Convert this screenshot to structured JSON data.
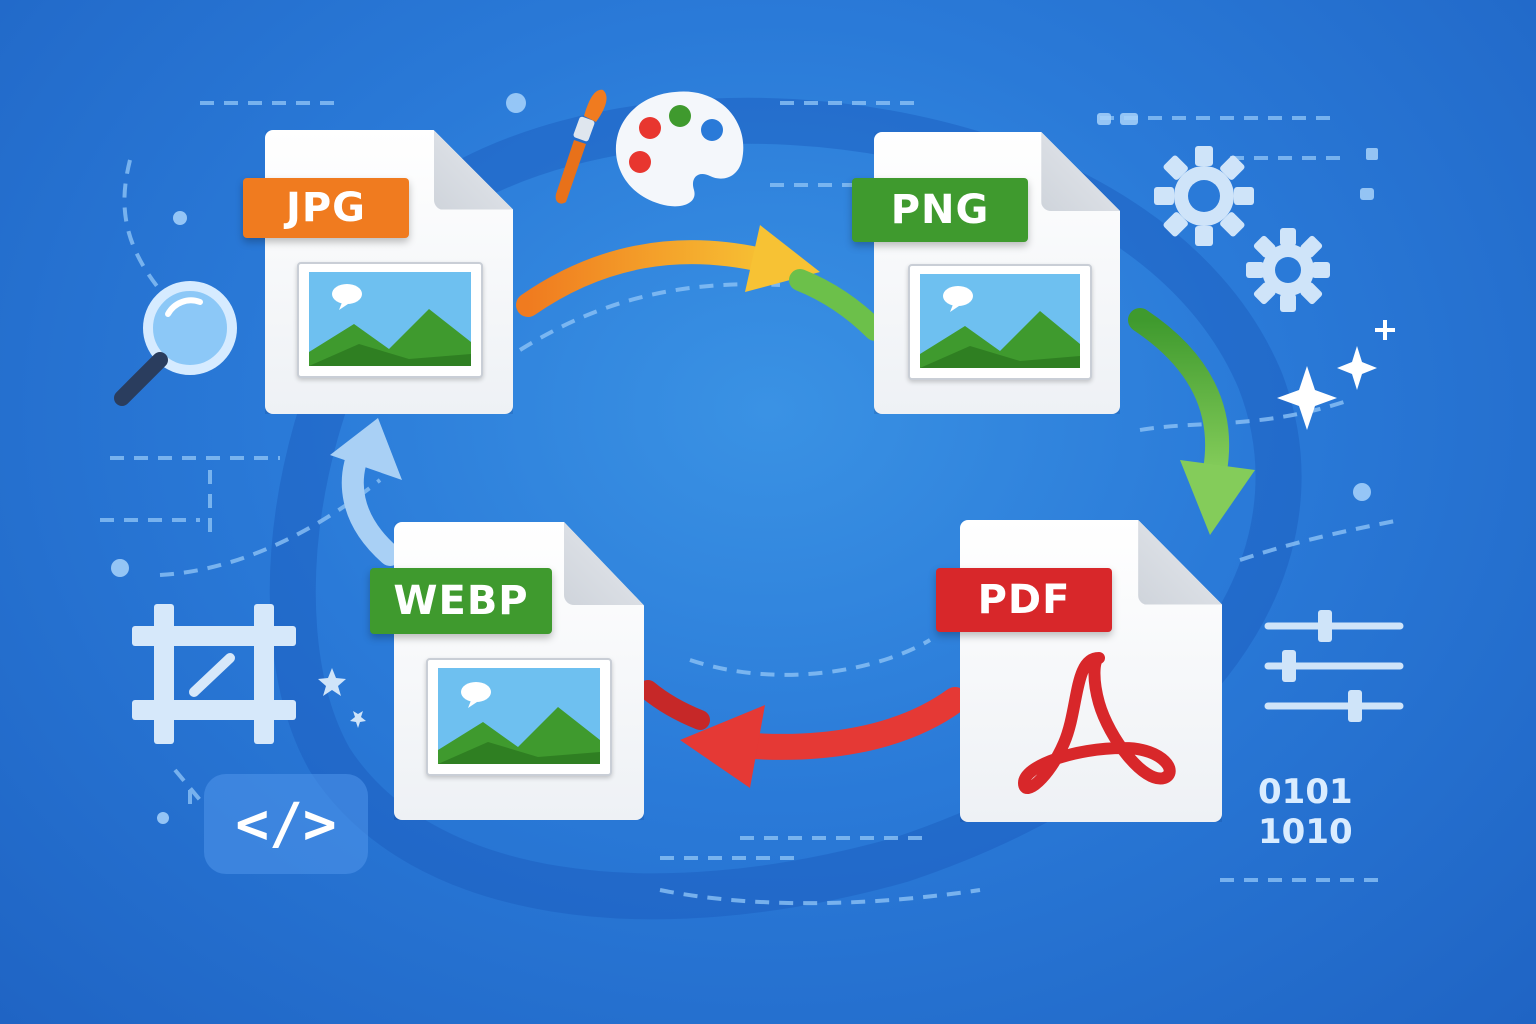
{
  "formats": [
    {
      "id": "jpg",
      "label": "JPG",
      "color": "#f07b1f",
      "icon": "image-thumbnail-icon"
    },
    {
      "id": "png",
      "label": "PNG",
      "color": "#3f9a2e",
      "icon": "image-thumbnail-icon"
    },
    {
      "id": "pdf",
      "label": "PDF",
      "color": "#d8272a",
      "icon": "acrobat-logo-icon"
    },
    {
      "id": "webp",
      "label": "WEBP",
      "color": "#3f9a2e",
      "icon": "image-thumbnail-icon"
    }
  ],
  "binary": {
    "line1": "0101",
    "line2": "1010"
  },
  "code_symbol": "</>",
  "colors": {
    "background": "#2a7ad8",
    "arrow_jpg_png": "#f5a623",
    "arrow_png_pdf": "#6cc04a",
    "arrow_pdf_webp": "#e53935",
    "arrow_webp_jpg": "#a9d0f5"
  },
  "decorations": [
    "magnifier-icon",
    "paintbrush-icon",
    "palette-icon",
    "gears-icon",
    "sparkle-icon",
    "sliders-icon",
    "crop-icon",
    "code-icon",
    "binary-text"
  ]
}
